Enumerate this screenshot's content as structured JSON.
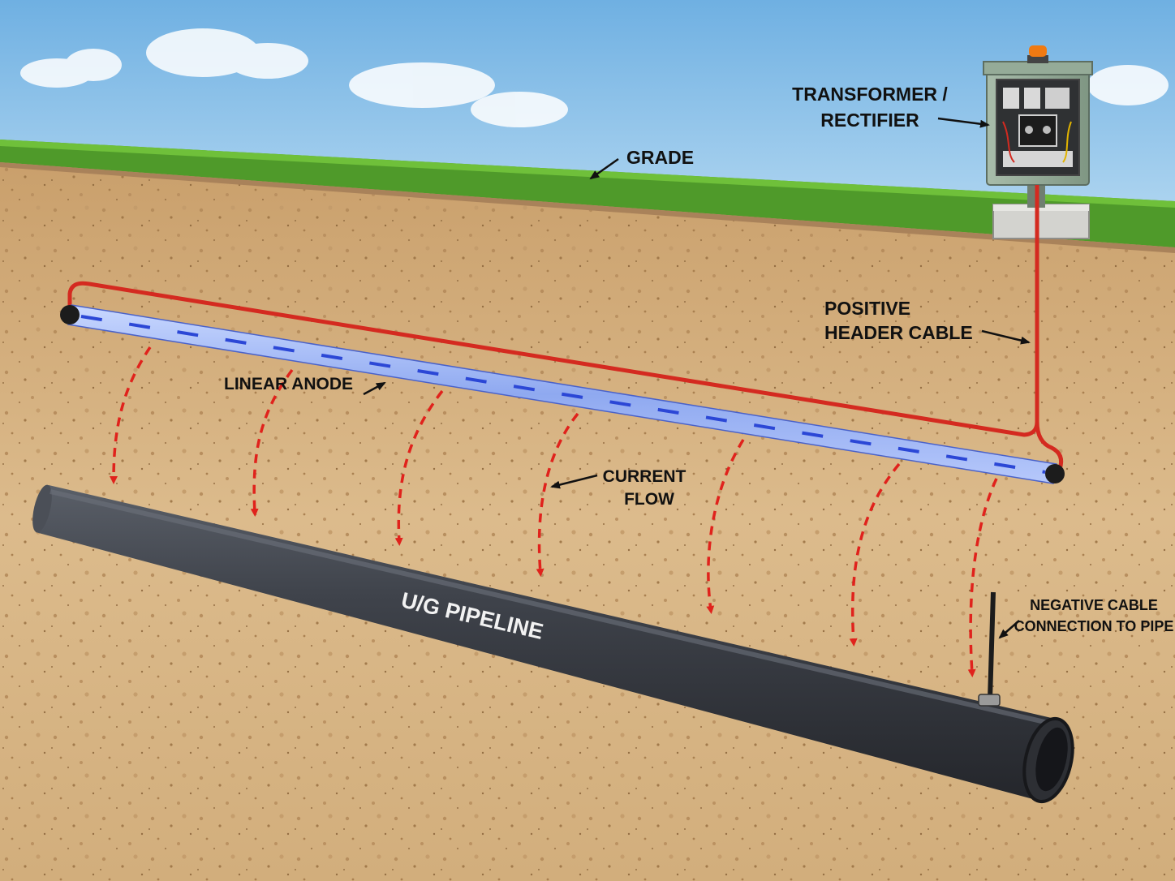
{
  "labels": {
    "transformer_line1": "TRANSFORMER /",
    "transformer_line2": "RECTIFIER",
    "grade": "GRADE",
    "positive_line1": "POSITIVE",
    "positive_line2": "HEADER CABLE",
    "linear_anode": "LINEAR ANODE",
    "current_line1": "CURRENT",
    "current_line2": "FLOW",
    "pipeline": "U/G PIPELINE",
    "negative_line1": "NEGATIVE CABLE",
    "negative_line2": "CONNECTION TO PIPE"
  },
  "colors": {
    "sky": "#8fc3e8",
    "grass": "#4f9a2a",
    "soil": "#d8b585",
    "cable": "#d42a20",
    "anode": "#6f8fe6",
    "pipe": "#3a3d44",
    "current_arrow": "#e0221c"
  },
  "icons": [
    "transformer-rectifier-box",
    "warning-beacon",
    "concrete-pad"
  ]
}
